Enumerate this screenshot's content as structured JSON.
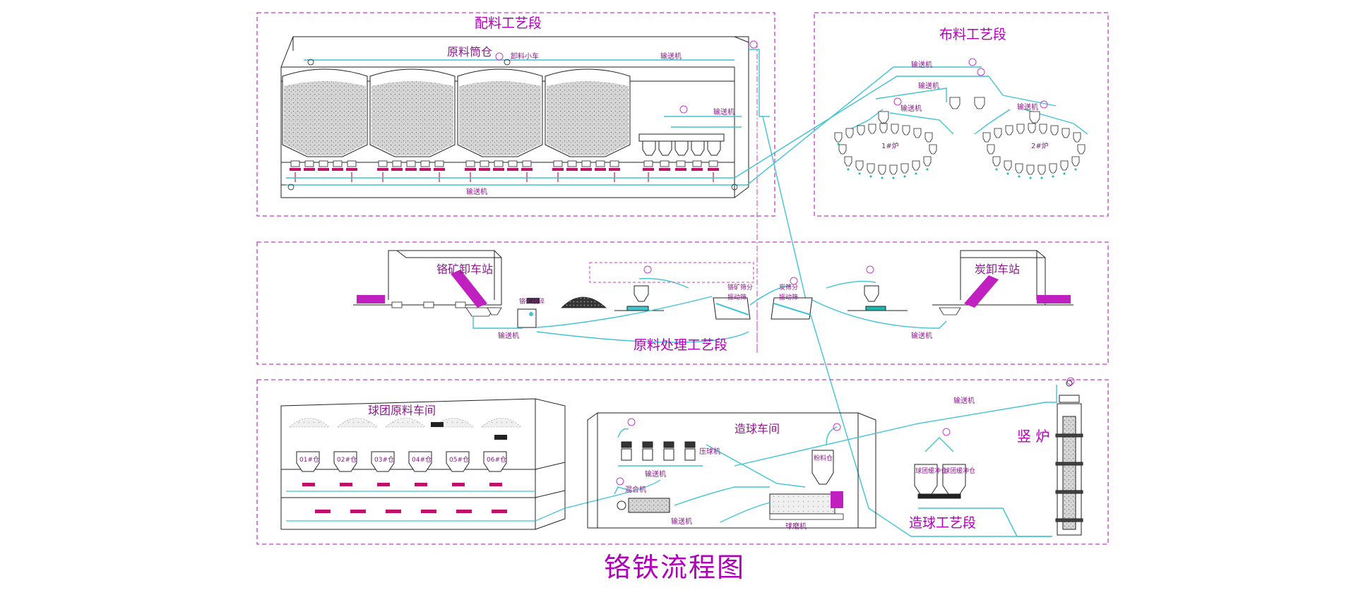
{
  "title": "铬铁流程图",
  "sections": {
    "batching": "配料工艺段",
    "distribution": "布料工艺段",
    "raw_processing": "原料处理工艺段",
    "pelletizing": "造球工艺段"
  },
  "buildings": {
    "raw_silo": "原料筒仓",
    "chrome_unload": "铬矿卸车站",
    "coke_unload": "炭卸车站",
    "pellet_raw_workshop": "球团原料车间",
    "pellet_workshop": "造球车间",
    "shaft_furnace": "竖 炉"
  },
  "labels": {
    "unloading_cart": "卸料小车",
    "conveyor": "输送机",
    "furnace_1": "1#炉",
    "furnace_2": "2#炉",
    "chrome_screen": "铬矿筛分",
    "vib_screen": "振动筛",
    "coke_screen": "炭筛分",
    "vib_screen_2": "振动筛",
    "chrome_crusher": "铬矿破碎",
    "roller_press": "压球机",
    "mixer": "混合机",
    "ball_mill": "球磨机",
    "pellet_silo": "粉料仓",
    "pellet_silo_1": "球团缓冲仓",
    "pellet_silo_2": "球团缓冲仓",
    "bins": [
      "01#仓",
      "02#仓",
      "03#仓",
      "04#仓",
      "05#仓",
      "06#仓"
    ]
  }
}
